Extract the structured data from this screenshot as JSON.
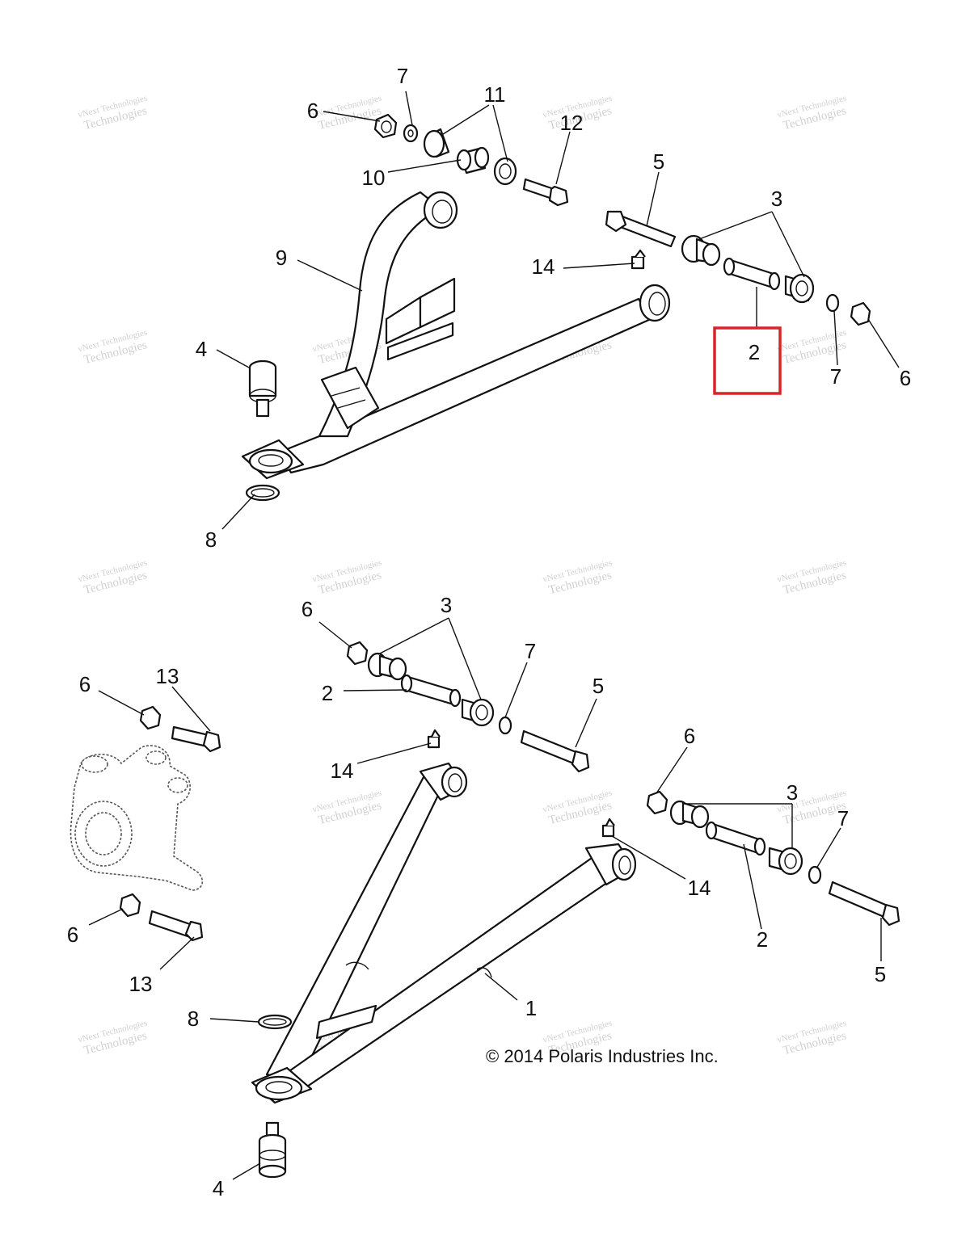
{
  "watermark": {
    "line1": "vNext Technologies",
    "line2": "Technologies"
  },
  "copyright": "© 2014 Polaris Industries Inc.",
  "highlight_color": "#d8232a",
  "upper_arm_callouts": {
    "c7_top": "7",
    "c11": "11",
    "c6_top": "6",
    "c12": "12",
    "c10": "10",
    "c5_top": "5",
    "c3_top": "3",
    "c9": "9",
    "c14_top": "14",
    "c4_top": "4",
    "c2_highlight": "2",
    "c7_right": "7",
    "c6_right": "6",
    "c8_top": "8"
  },
  "lower_arm_callouts": {
    "c6_a": "6",
    "c3_a": "3",
    "c7_a": "7",
    "c5_a": "5",
    "c2_a": "2",
    "c6_b": "6",
    "c13_a": "13",
    "c14_a": "14",
    "c6_c": "6",
    "c3_b": "3",
    "c7_b": "7",
    "c14_b": "14",
    "c2_b": "2",
    "c5_b": "5",
    "c6_d": "6",
    "c13_b": "13",
    "c1": "1",
    "c8_b": "8",
    "c4_b": "4"
  }
}
